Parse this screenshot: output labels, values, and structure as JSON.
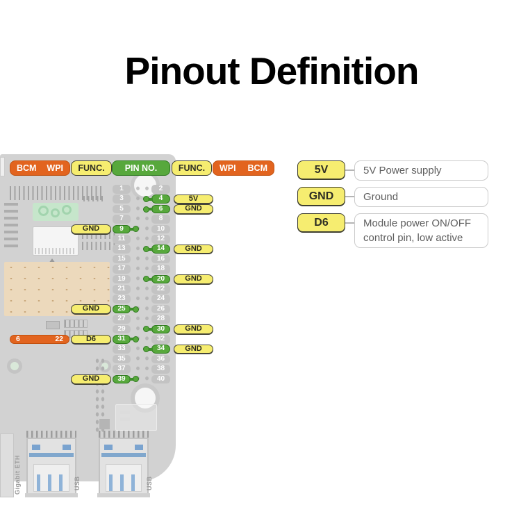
{
  "title": "Pinout Definition",
  "pinout": {
    "header": {
      "left_group": [
        "BCM",
        "WPI"
      ],
      "left_func": "FUNC.",
      "pin_no": "PIN NO.",
      "right_func": "FUNC.",
      "right_group": [
        "WPI",
        "BCM"
      ]
    },
    "rows": [
      {
        "left": "1",
        "right": "2"
      },
      {
        "left": "3",
        "right": "4",
        "right_active": true,
        "right_func": "5V"
      },
      {
        "left": "5",
        "right": "6",
        "right_active": true,
        "right_func": "GND"
      },
      {
        "left": "7",
        "right": "8"
      },
      {
        "left": "9",
        "right": "10",
        "left_active": true,
        "left_func": "GND"
      },
      {
        "left": "11",
        "right": "12"
      },
      {
        "left": "13",
        "right": "14",
        "right_active": true,
        "right_func": "GND"
      },
      {
        "left": "15",
        "right": "16"
      },
      {
        "left": "17",
        "right": "18"
      },
      {
        "left": "19",
        "right": "20",
        "right_active": true,
        "right_func": "GND"
      },
      {
        "left": "21",
        "right": "22"
      },
      {
        "left": "23",
        "right": "24"
      },
      {
        "left": "25",
        "right": "26",
        "left_active": true,
        "left_func": "GND"
      },
      {
        "left": "27",
        "right": "28"
      },
      {
        "left": "29",
        "right": "30",
        "right_active": true,
        "right_func": "GND"
      },
      {
        "left": "31",
        "right": "32",
        "left_active": true,
        "left_func": "D6",
        "left_bcm": "6",
        "left_wpi": "22"
      },
      {
        "left": "33",
        "right": "34",
        "right_active": true,
        "right_func": "GND"
      },
      {
        "left": "35",
        "right": "36"
      },
      {
        "left": "37",
        "right": "38"
      },
      {
        "left": "39",
        "right": "40",
        "left_active": true,
        "left_func": "GND"
      }
    ]
  },
  "legend": [
    {
      "pin": "5V",
      "description": "5V Power supply"
    },
    {
      "pin": "GND",
      "description": "Ground"
    },
    {
      "pin": "D6",
      "description": "Module power ON/OFF control pin, low active"
    }
  ],
  "board": {
    "labels": [
      "Gigabit ETH",
      "USB",
      "USB"
    ]
  },
  "colors": {
    "orange": "#E2641F",
    "green": "#57A83C",
    "yellow": "#F6ED70",
    "gray_pin": "#C3C3C3"
  }
}
